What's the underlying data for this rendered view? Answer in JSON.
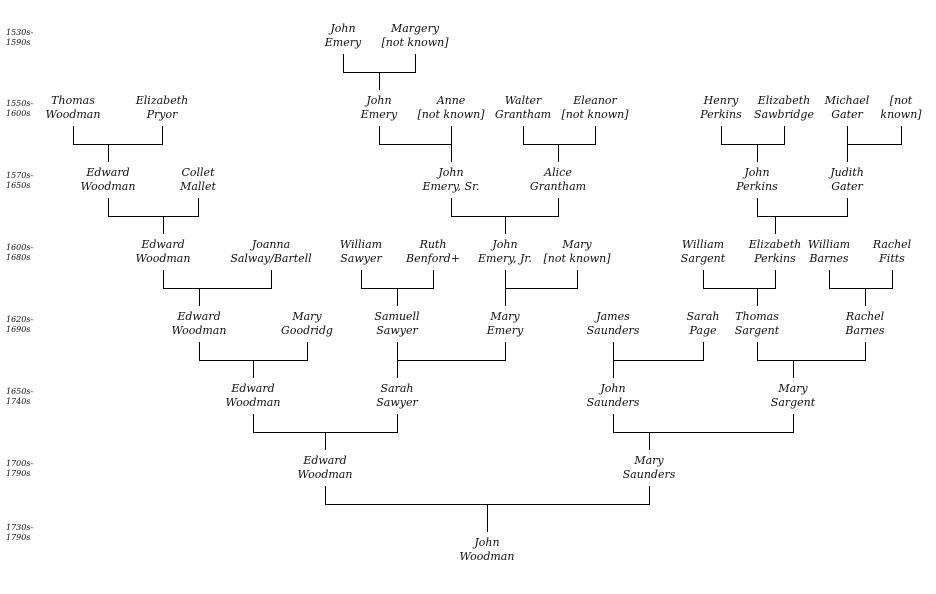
{
  "generations": [
    {
      "label": [
        "1530s-",
        "1590s"
      ]
    },
    {
      "label": [
        "1550s-",
        "1600s"
      ]
    },
    {
      "label": [
        "1570s-",
        "1650s"
      ]
    },
    {
      "label": [
        "1600s-",
        "1680s"
      ]
    },
    {
      "label": [
        "1620s-",
        "1690s"
      ]
    },
    {
      "label": [
        "1650s-",
        "1740s"
      ]
    },
    {
      "label": [
        "1700s-",
        "1790s"
      ]
    },
    {
      "label": [
        "1730s-",
        "1790s"
      ]
    }
  ],
  "people": [
    {
      "id": "john_emery_a",
      "gen": 0,
      "lines": [
        "John",
        "Emery"
      ]
    },
    {
      "id": "margery",
      "gen": 0,
      "lines": [
        "Margery",
        "[not known]"
      ]
    },
    {
      "id": "thomas_woodman",
      "gen": 1,
      "lines": [
        "Thomas",
        "Woodman"
      ]
    },
    {
      "id": "elizabeth_pryor",
      "gen": 1,
      "lines": [
        "Elizabeth",
        "Pryor"
      ]
    },
    {
      "id": "john_emery_b",
      "gen": 1,
      "lines": [
        "John",
        "Emery"
      ]
    },
    {
      "id": "anne",
      "gen": 1,
      "lines": [
        "Anne",
        "[not known]"
      ]
    },
    {
      "id": "walter_grantham",
      "gen": 1,
      "lines": [
        "Walter",
        "Grantham"
      ]
    },
    {
      "id": "eleanor",
      "gen": 1,
      "lines": [
        "Eleanor",
        "[not known]"
      ]
    },
    {
      "id": "henry_perkins",
      "gen": 1,
      "lines": [
        "Henry",
        "Perkins"
      ]
    },
    {
      "id": "elizabeth_sawbridge",
      "gen": 1,
      "lines": [
        "Elizabeth",
        "Sawbridge"
      ]
    },
    {
      "id": "michael_gater",
      "gen": 1,
      "lines": [
        "Michael",
        "Gater"
      ]
    },
    {
      "id": "notknown_gater",
      "gen": 1,
      "lines": [
        "[not",
        "known]"
      ]
    },
    {
      "id": "edward_woodman_a",
      "gen": 2,
      "lines": [
        "Edward",
        "Woodman"
      ]
    },
    {
      "id": "collet_mallet",
      "gen": 2,
      "lines": [
        "Collet",
        "Mallet"
      ]
    },
    {
      "id": "john_emery_sr",
      "gen": 2,
      "lines": [
        "John",
        "Emery, Sr."
      ]
    },
    {
      "id": "alice_grantham",
      "gen": 2,
      "lines": [
        "Alice",
        "Grantham"
      ]
    },
    {
      "id": "john_perkins",
      "gen": 2,
      "lines": [
        "John",
        "Perkins"
      ]
    },
    {
      "id": "judith_gater",
      "gen": 2,
      "lines": [
        "Judith",
        "Gater"
      ]
    },
    {
      "id": "edward_woodman_b",
      "gen": 3,
      "lines": [
        "Edward",
        "Woodman"
      ]
    },
    {
      "id": "joanna_salway",
      "gen": 3,
      "lines": [
        "Joanna",
        "Salway/Bartell"
      ]
    },
    {
      "id": "william_sawyer",
      "gen": 3,
      "lines": [
        "William",
        "Sawyer"
      ]
    },
    {
      "id": "ruth_benford",
      "gen": 3,
      "lines": [
        "Ruth",
        "Benford+"
      ]
    },
    {
      "id": "john_emery_jr",
      "gen": 3,
      "lines": [
        "John",
        "Emery, Jr."
      ]
    },
    {
      "id": "mary_notknown",
      "gen": 3,
      "lines": [
        "Mary",
        "[not known]"
      ]
    },
    {
      "id": "william_sargent",
      "gen": 3,
      "lines": [
        "William",
        "Sargent"
      ]
    },
    {
      "id": "elizabeth_perkins",
      "gen": 3,
      "lines": [
        "Elizabeth",
        "Perkins"
      ]
    },
    {
      "id": "william_barnes",
      "gen": 3,
      "lines": [
        "William",
        "Barnes"
      ]
    },
    {
      "id": "rachel_fitts",
      "gen": 3,
      "lines": [
        "Rachel",
        "Fitts"
      ]
    },
    {
      "id": "edward_woodman_c",
      "gen": 4,
      "lines": [
        "Edward",
        "Woodman"
      ]
    },
    {
      "id": "mary_goodridg",
      "gen": 4,
      "lines": [
        "Mary",
        "Goodridg"
      ]
    },
    {
      "id": "samuell_sawyer",
      "gen": 4,
      "lines": [
        "Samuell",
        "Sawyer"
      ]
    },
    {
      "id": "mary_emery",
      "gen": 4,
      "lines": [
        "Mary",
        "Emery"
      ]
    },
    {
      "id": "james_saunders",
      "gen": 4,
      "lines": [
        "James",
        "Saunders"
      ]
    },
    {
      "id": "sarah_page",
      "gen": 4,
      "lines": [
        "Sarah",
        "Page"
      ]
    },
    {
      "id": "thomas_sargent",
      "gen": 4,
      "lines": [
        "Thomas",
        "Sargent"
      ]
    },
    {
      "id": "rachel_barnes",
      "gen": 4,
      "lines": [
        "Rachel",
        "Barnes"
      ]
    },
    {
      "id": "edward_woodman_d",
      "gen": 5,
      "lines": [
        "Edward",
        "Woodman"
      ]
    },
    {
      "id": "sarah_sawyer",
      "gen": 5,
      "lines": [
        "Sarah",
        "Sawyer"
      ]
    },
    {
      "id": "john_saunders",
      "gen": 5,
      "lines": [
        "John",
        "Saunders"
      ]
    },
    {
      "id": "mary_sargent",
      "gen": 5,
      "lines": [
        "Mary",
        "Sargent"
      ]
    },
    {
      "id": "edward_woodman_e",
      "gen": 6,
      "lines": [
        "Edward",
        "Woodman"
      ]
    },
    {
      "id": "mary_saunders",
      "gen": 6,
      "lines": [
        "Mary",
        "Saunders"
      ]
    },
    {
      "id": "john_woodman",
      "gen": 7,
      "lines": [
        "John",
        "Woodman"
      ]
    }
  ],
  "couples": [
    {
      "father": "john_emery_a",
      "mother": "margery",
      "child": "john_emery_b"
    },
    {
      "father": "thomas_woodman",
      "mother": "elizabeth_pryor",
      "child": "edward_woodman_a"
    },
    {
      "father": "john_emery_b",
      "mother": "anne",
      "child": "john_emery_sr"
    },
    {
      "father": "walter_grantham",
      "mother": "eleanor",
      "child": "alice_grantham"
    },
    {
      "father": "henry_perkins",
      "mother": "elizabeth_sawbridge",
      "child": "john_perkins"
    },
    {
      "father": "michael_gater",
      "mother": "notknown_gater",
      "child": "judith_gater"
    },
    {
      "father": "edward_woodman_a",
      "mother": "collet_mallet",
      "child": "edward_woodman_b"
    },
    {
      "father": "john_emery_sr",
      "mother": "alice_grantham",
      "child": "john_emery_jr"
    },
    {
      "father": "john_perkins",
      "mother": "judith_gater",
      "child": "elizabeth_perkins"
    },
    {
      "father": "edward_woodman_b",
      "mother": "joanna_salway",
      "child": "edward_woodman_c"
    },
    {
      "father": "william_sawyer",
      "mother": "ruth_benford",
      "child": "samuell_sawyer"
    },
    {
      "father": "john_emery_jr",
      "mother": "mary_notknown",
      "child": "mary_emery"
    },
    {
      "father": "william_sargent",
      "mother": "elizabeth_perkins",
      "child": "thomas_sargent"
    },
    {
      "father": "william_barnes",
      "mother": "rachel_fitts",
      "child": "rachel_barnes"
    },
    {
      "father": "edward_woodman_c",
      "mother": "mary_goodridg",
      "child": "edward_woodman_d"
    },
    {
      "father": "samuell_sawyer",
      "mother": "mary_emery",
      "child": "sarah_sawyer"
    },
    {
      "father": "james_saunders",
      "mother": "sarah_page",
      "child": "john_saunders"
    },
    {
      "father": "thomas_sargent",
      "mother": "rachel_barnes",
      "child": "mary_sargent"
    },
    {
      "father": "edward_woodman_d",
      "mother": "sarah_sawyer",
      "child": "edward_woodman_e"
    },
    {
      "father": "john_saunders",
      "mother": "mary_sargent",
      "child": "mary_saunders"
    },
    {
      "father": "edward_woodman_e",
      "mother": "mary_saunders",
      "child": "john_woodman"
    }
  ]
}
